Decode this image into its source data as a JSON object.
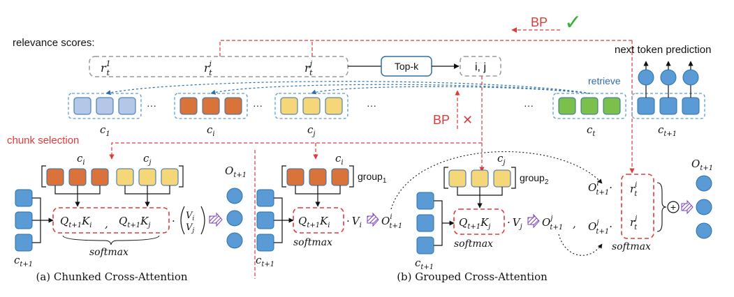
{
  "header": {
    "relevance_label": "relevance scores:",
    "scores": [
      "r",
      "r",
      "r"
    ],
    "score_sup": [
      "1",
      "i",
      "j"
    ],
    "score_sub": "t",
    "topk": "Top-k",
    "indices": "i, j",
    "bp_ok": "BP",
    "bp_no": "BP",
    "cross": "✕",
    "check": "✓",
    "retrieve": "retrieve",
    "next_token": "next token prediction",
    "chunk_selection": "chunk selection",
    "ellipsis": "···"
  },
  "chunks": {
    "c1": "c",
    "c1_sub": "1",
    "ci": "c",
    "ci_sub": "i",
    "cj": "c",
    "cj_sub": "j",
    "ct": "c",
    "ct_sub": "t",
    "ct1": "c",
    "ct1_sub": "t+1"
  },
  "panel_a": {
    "ci": "c",
    "ci_sub": "i",
    "cj": "c",
    "cj_sub": "j",
    "q": "Q",
    "q_sub": "t+1",
    "ki": "K",
    "ki_sub": "i",
    "kj": "K",
    "kj_sub": "j",
    "comma": ",",
    "dot": "·",
    "vi": "V",
    "vi_sub": "i",
    "vj": "V",
    "vj_sub": "j",
    "softmax": "softmax",
    "o": "O",
    "o_sub": "t+1",
    "c_in": "c",
    "c_in_sub": "t+1",
    "caption": "(a) Chunked Cross-Attention"
  },
  "panel_b": {
    "ci": "c",
    "ci_sub": "i",
    "cj": "c",
    "cj_sub": "j",
    "group1": "group",
    "group1_sub": "1",
    "group2": "group",
    "group2_sub": "2",
    "q": "Q",
    "q_sub": "t+1",
    "ki": "K",
    "ki_sub": "i",
    "kj": "K",
    "kj_sub": "j",
    "vi": "V",
    "vi_sub": "i",
    "vj": "V",
    "vj_sub": "j",
    "oi": "O",
    "oi_sup": "i",
    "oi_sub": "t+1",
    "oj": "O",
    "oj_sup": "j",
    "oj_sub": "t+1",
    "ri": "r",
    "ri_sup": "i",
    "ri_sub": "t",
    "rj": "r",
    "rj_sup": "j",
    "rj_sub": "t",
    "softmax1": "softmax",
    "softmax2": "softmax",
    "softmax3": "softmax",
    "plus": "+",
    "o": "O",
    "o_sub": "t+1",
    "c_in1": "c",
    "c_in1_sub": "t+1",
    "c_in2": "c",
    "c_in2_sub": "t+1",
    "caption": "(b) Grouped Cross-Attention"
  },
  "colors": {
    "blue": "#5b9bd5",
    "blue_stroke": "#2e6fa8",
    "light_blue": "#b4c7e7",
    "orange": "#d9733a",
    "yellow": "#f5d77a",
    "green": "#7cbf4a",
    "red": "#e03a3a",
    "purple": "#7b3fbf"
  }
}
